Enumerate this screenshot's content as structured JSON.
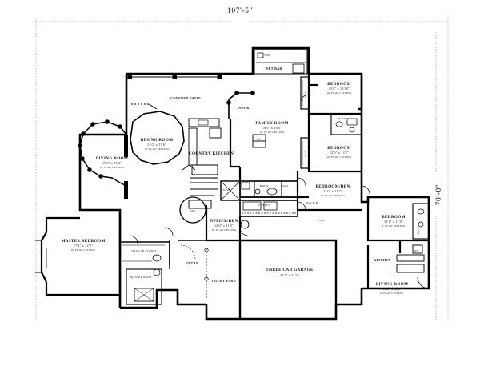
{
  "plan": {
    "title_dimension_top": "107'-5\"",
    "title_dimension_right": "70'-0\"",
    "line_color": "#000000",
    "background": "#ffffff"
  },
  "rooms": [
    {
      "id": "living_room",
      "name": "LIVING ROOM",
      "dims": "19'3\" x 15'4\"",
      "ceiling": "10' FLAT CEILING"
    },
    {
      "id": "dining_room",
      "name": "DINING ROOM",
      "dims": "14'0\" x 13'6\"",
      "ceiling": "10' FLAT CEILING"
    },
    {
      "id": "country_kitchen",
      "name": "COUNTRY KITCHEN",
      "dims": "",
      "ceiling": ""
    },
    {
      "id": "family_room",
      "name": "FAMILY ROOM",
      "dims": "19'0\" x 18'6\"",
      "ceiling": "10' FLAT CEILING"
    },
    {
      "id": "bedroom_1",
      "name": "BEDROOM",
      "dims": "13'6\" x 15'10\"",
      "ceiling": "10' FLAT CEILING"
    },
    {
      "id": "bedroom_2",
      "name": "BEDROOM",
      "dims": "12'0\" x 13'2\"",
      "ceiling": "10' FLAT CEILING"
    },
    {
      "id": "bedroom_den",
      "name": "BEDROOM/DEN",
      "dims": "11'0\" x 11'2\"",
      "ceiling": "10' FLAT CEILING"
    },
    {
      "id": "master_bedroom",
      "name": "MASTER BEDROOM",
      "dims": "17'4\" x 22'0\"",
      "ceiling": "10' FLAT CEILING"
    },
    {
      "id": "office_den",
      "name": "OFFICE/DEN",
      "dims": "12'0\" x 11'0\"",
      "ceiling": "10' FLAT CEILING"
    },
    {
      "id": "three_car_garage",
      "name": "THREE CAR GARAGE",
      "dims": "30'2\" x 31'4\"",
      "ceiling": ""
    },
    {
      "id": "guest_bedroom",
      "name": "BEDROOM",
      "dims": "13'2\" x 11'0\"",
      "ceiling": "9' FLAT CEILING"
    },
    {
      "id": "guest_living",
      "name": "LIVING ROOM",
      "dims": "16'2\" x 12'8\"",
      "ceiling": "9' FLAT CEILING"
    }
  ],
  "spaces": [
    {
      "id": "covered_patio",
      "name": "COVERED PATIO"
    },
    {
      "id": "nook",
      "name": "NOOK"
    },
    {
      "id": "wet_bar",
      "name": "WET BAR"
    },
    {
      "id": "walk_in_closet",
      "name": "WALK-IN CLOSET"
    },
    {
      "id": "master_bath",
      "name": "MASTER BATH"
    },
    {
      "id": "entry",
      "name": "ENTRY"
    },
    {
      "id": "court_yard",
      "name": "COURT YARD"
    },
    {
      "id": "kitchen",
      "name": "KITCHEN"
    },
    {
      "id": "hall",
      "name": "HALL"
    },
    {
      "id": "utility",
      "name": "UTILITY"
    },
    {
      "id": "wash",
      "name": "WASH"
    },
    {
      "id": "bath_center",
      "name": "BATH"
    },
    {
      "id": "bath_upper",
      "name": "BATH"
    },
    {
      "id": "bath_mid",
      "name": "BATH"
    },
    {
      "id": "bath_guest",
      "name": "BATH"
    },
    {
      "id": "closet_1",
      "name": "CLOS."
    },
    {
      "id": "closet_2",
      "name": "CLOS."
    },
    {
      "id": "walk_b",
      "name": "WALK-B"
    },
    {
      "id": "pantry",
      "name": "PAN."
    },
    {
      "id": "stor",
      "name": "STOR."
    },
    {
      "id": "spa",
      "name": "SPA"
    }
  ],
  "notes": {
    "sink": "SINK",
    "ref": "REF"
  }
}
